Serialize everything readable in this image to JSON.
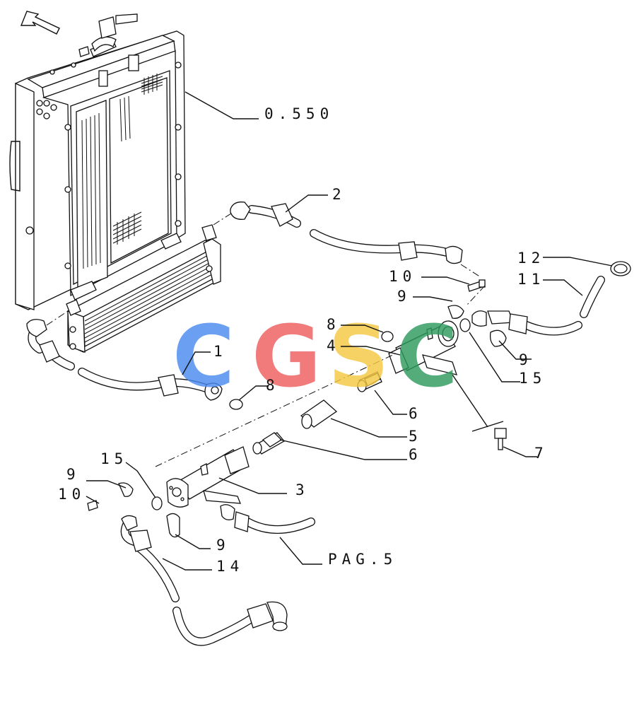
{
  "diagram": {
    "callouts": {
      "c_0550": "0.550",
      "c_2": "2",
      "c_12": "12",
      "c_11": "11",
      "c_10a": "10",
      "c_9a": "9",
      "c_8a": "8",
      "c_4": "4",
      "c_1": "1",
      "c_8b": "8",
      "c_9b": "9",
      "c_15a": "15",
      "c_6a": "6",
      "c_5": "5",
      "c_6b": "6",
      "c_7": "7",
      "c_15b": "15",
      "c_3": "3",
      "c_9c": "9",
      "c_10b": "10",
      "c_9d": "9",
      "c_14": "14",
      "c_pag5": "PAG.5"
    },
    "watermark": {
      "letters": [
        "C",
        "G",
        "S",
        "C"
      ],
      "colors": [
        "#4a8af0",
        "#ee5e5e",
        "#f5c842",
        "#2e9a5e"
      ]
    },
    "orientation_icon": "arrow-up-left-icon"
  }
}
